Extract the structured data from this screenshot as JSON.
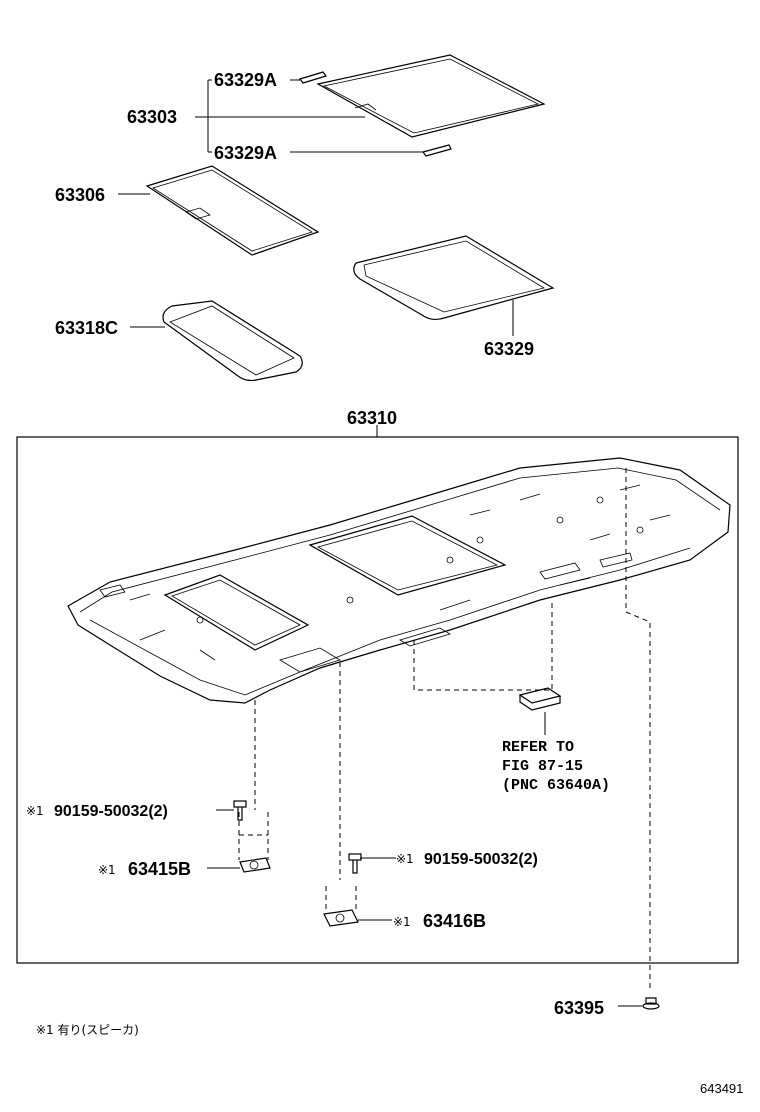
{
  "parts": {
    "p63329A_top": "63329A",
    "p63303": "63303",
    "p63329A_bottom": "63329A",
    "p63306": "63306",
    "p63318C": "63318C",
    "p63329": "63329",
    "p63310": "63310",
    "p90159_left": "90159-50032(2)",
    "p63415B": "63415B",
    "p90159_right": "90159-50032(2)",
    "p63416B": "63416B",
    "p63395": "63395"
  },
  "marks": {
    "m1_a": "※1",
    "m1_b": "※1",
    "m1_c": "※1",
    "m1_d": "※1"
  },
  "reference": {
    "line1": "REFER TO",
    "line2": "FIG 87-15",
    "line3": "(PNC 63640A)"
  },
  "footnote": "※1 有り(スピーカ)",
  "figure_number": "643491"
}
